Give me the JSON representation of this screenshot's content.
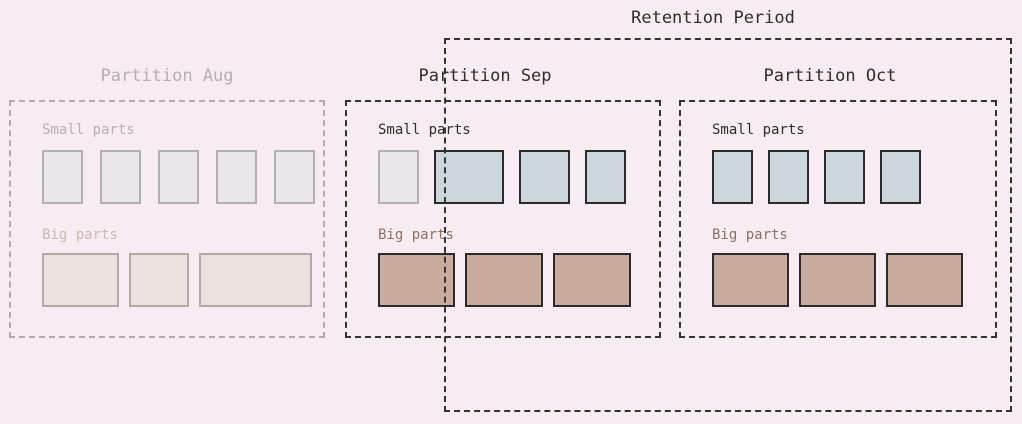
{
  "colors": {
    "background": "#f7ecf2",
    "active_line": "#333333",
    "faded_line": "#b2abb1",
    "small_part_fill": "#ccd6dd",
    "big_part_fill": "#c9ac9d",
    "faded_small_part_fill": "#e9e7ea",
    "faded_big_part_fill": "#ebe2e0",
    "active_text": "#2d2d2d",
    "faded_text": "#b5aeb4",
    "big_label_text": "#8d7168"
  },
  "retention": {
    "title": "Retention Period"
  },
  "partitions": [
    {
      "title": "Partition Aug",
      "state": "expired",
      "small_label": "Small parts",
      "big_label": "Big parts",
      "small_parts": [
        {
          "w": 41,
          "variant": "faded-small"
        },
        {
          "w": 41,
          "variant": "faded-small"
        },
        {
          "w": 41,
          "variant": "faded-small"
        },
        {
          "w": 41,
          "variant": "faded-small"
        },
        {
          "w": 41,
          "variant": "faded-small"
        }
      ],
      "big_parts": [
        {
          "w": 77,
          "variant": "faded-big"
        },
        {
          "w": 60,
          "variant": "faded-big"
        },
        {
          "w": 113,
          "variant": "faded-big"
        }
      ]
    },
    {
      "title": "Partition Sep",
      "state": "partially-retained",
      "small_label": "Small parts",
      "big_label": "Big parts",
      "small_parts": [
        {
          "w": 41,
          "variant": "faded-small"
        },
        {
          "w": 70,
          "variant": "blue"
        },
        {
          "w": 51,
          "variant": "blue"
        },
        {
          "w": 41,
          "variant": "blue"
        }
      ],
      "big_parts": [
        {
          "w": 77,
          "variant": "tan"
        },
        {
          "w": 78,
          "variant": "tan"
        },
        {
          "w": 78,
          "variant": "tan"
        }
      ]
    },
    {
      "title": "Partition Oct",
      "state": "retained",
      "small_label": "Small parts",
      "big_label": "Big parts",
      "small_parts": [
        {
          "w": 41,
          "variant": "blue"
        },
        {
          "w": 41,
          "variant": "blue"
        },
        {
          "w": 41,
          "variant": "blue"
        },
        {
          "w": 41,
          "variant": "blue"
        }
      ],
      "big_parts": [
        {
          "w": 77,
          "variant": "tan"
        },
        {
          "w": 77,
          "variant": "tan"
        },
        {
          "w": 77,
          "variant": "tan"
        }
      ]
    }
  ]
}
